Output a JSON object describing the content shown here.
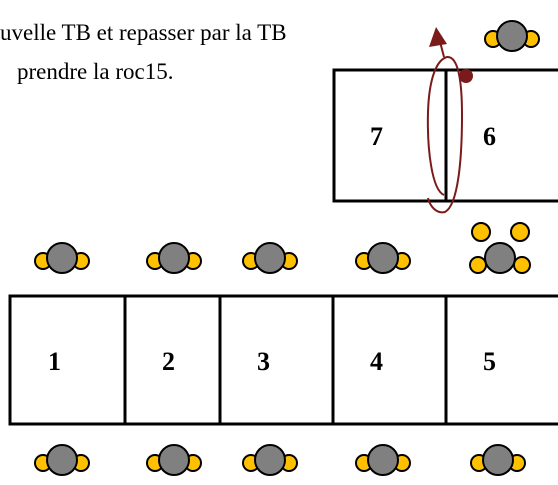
{
  "caption": {
    "line1": "uvelle TB et repasser par la TB",
    "line2": "prendre la roc15."
  },
  "tables": {
    "t1": "1",
    "t2": "2",
    "t3": "3",
    "t4": "4",
    "t5": "5",
    "t6": "6",
    "t7": "7"
  },
  "colors": {
    "seat_head": "#808080",
    "seat_hand": "#ffc000",
    "path": "#7b1a1a",
    "outline": "#000000"
  },
  "icons": {
    "seat": "person-seat-icon",
    "path": "loop-arrow-icon"
  }
}
